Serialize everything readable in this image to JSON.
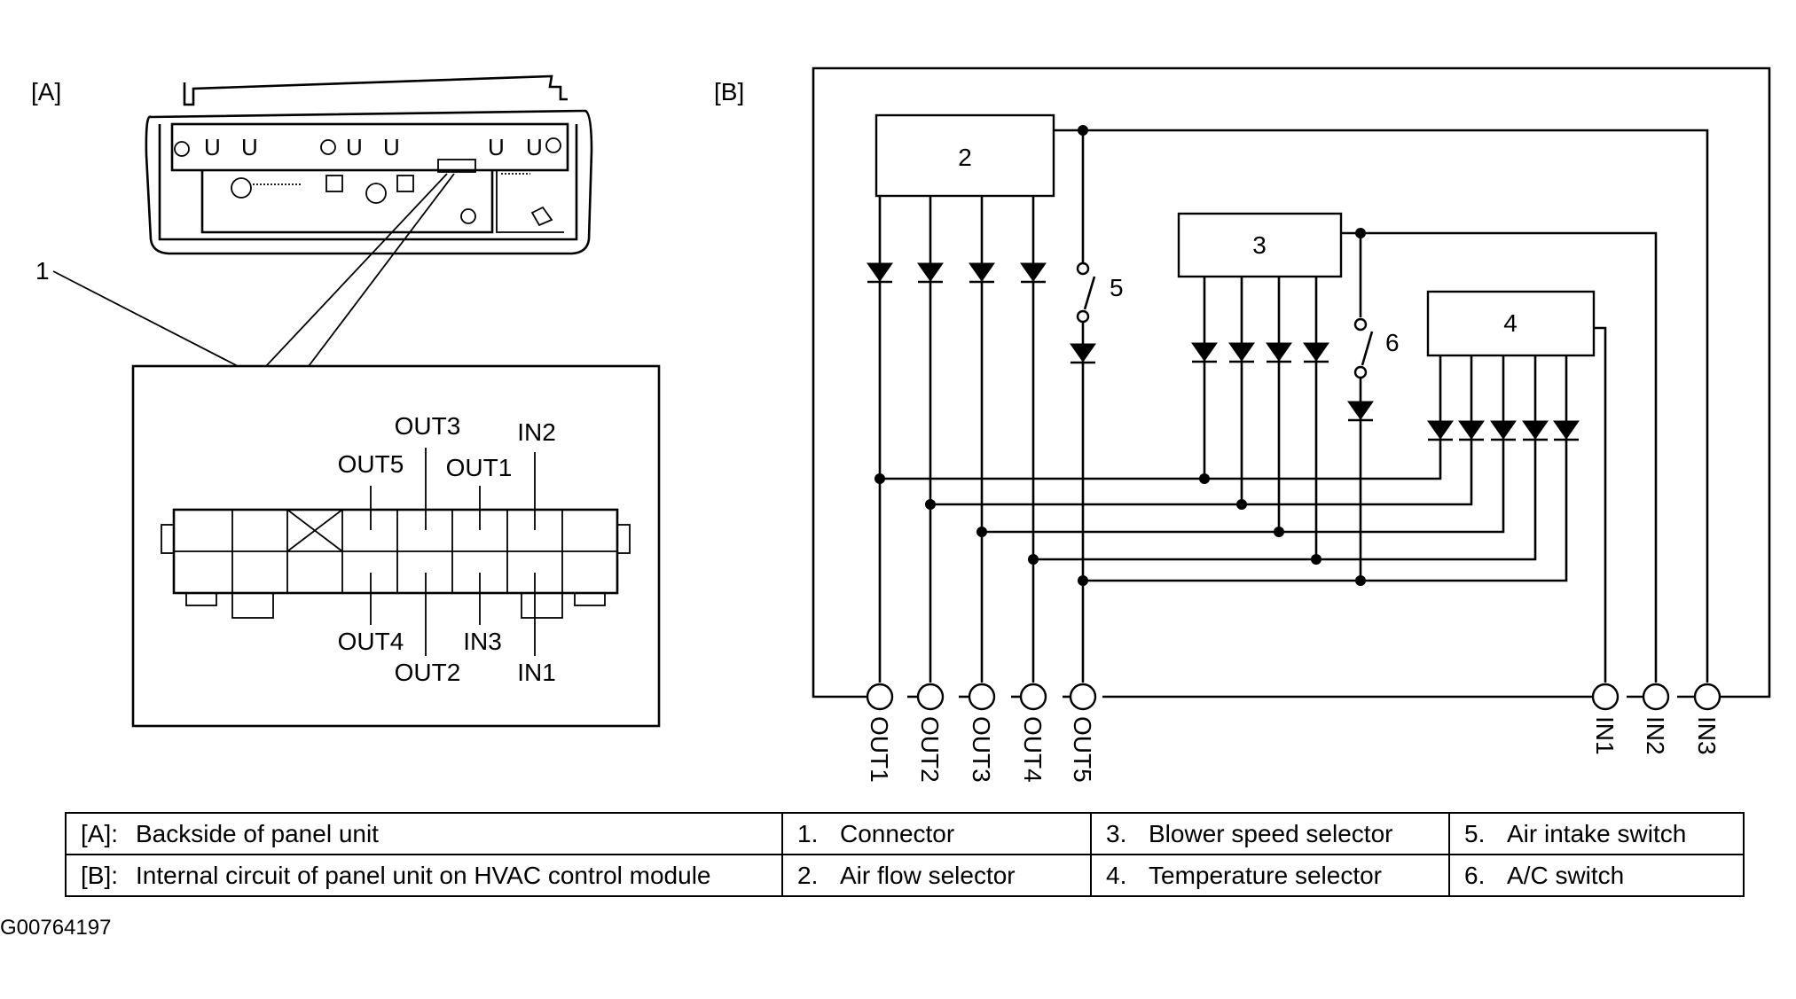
{
  "panel_a": {
    "tag": "[A]",
    "callout": "1",
    "connector_pins": {
      "out5": "OUT5",
      "out3": "OUT3",
      "out1": "OUT1",
      "in2": "IN2",
      "out4": "OUT4",
      "out2": "OUT2",
      "in3": "IN3",
      "in1": "IN1"
    }
  },
  "panel_b": {
    "tag": "[B]",
    "blocks": {
      "air_flow": "2",
      "blower": "3",
      "temperature": "4"
    },
    "switches": {
      "air_intake": "5",
      "ac": "6"
    },
    "terminals": [
      "OUT1",
      "OUT2",
      "OUT3",
      "OUT4",
      "OUT5",
      "IN1",
      "IN2",
      "IN3"
    ]
  },
  "legend": {
    "rows": [
      [
        {
          "key": "[A]:",
          "text": "Backside of panel unit"
        },
        {
          "key": "1.",
          "text": "Connector"
        },
        {
          "key": "3.",
          "text": "Blower speed selector"
        },
        {
          "key": "5.",
          "text": "Air intake switch"
        }
      ],
      [
        {
          "key": "[B]:",
          "text": "Internal circuit of panel unit on HVAC control module"
        },
        {
          "key": "2.",
          "text": "Air flow selector"
        },
        {
          "key": "4.",
          "text": "Temperature selector"
        },
        {
          "key": "6.",
          "text": "A/C switch"
        }
      ]
    ]
  },
  "figure_id": "G00764197"
}
